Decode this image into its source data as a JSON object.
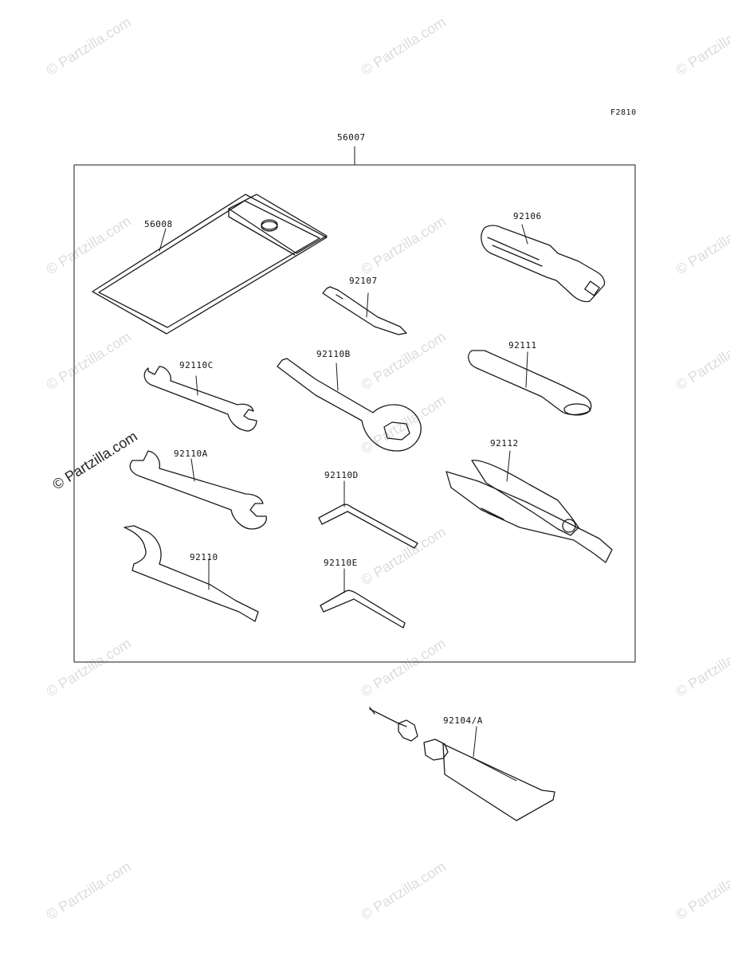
{
  "figure_code": "F2810",
  "kit_label": "56007",
  "watermark_text": "© Partzilla.com",
  "parts": {
    "pouch": "56008",
    "screwdriver_handle": "92106",
    "screwdriver_bit": "92107",
    "wrench_c": "92110C",
    "wrench_b": "92110B",
    "extension": "92111",
    "wrench_a": "92110A",
    "hex_d": "92110D",
    "pliers": "92112",
    "spanner": "92110",
    "hex_e": "92110E",
    "valve_tool": "92104/A"
  },
  "colors": {
    "line": "#1a1a1a",
    "watermark": "#dcdcdc",
    "background": "#ffffff"
  }
}
